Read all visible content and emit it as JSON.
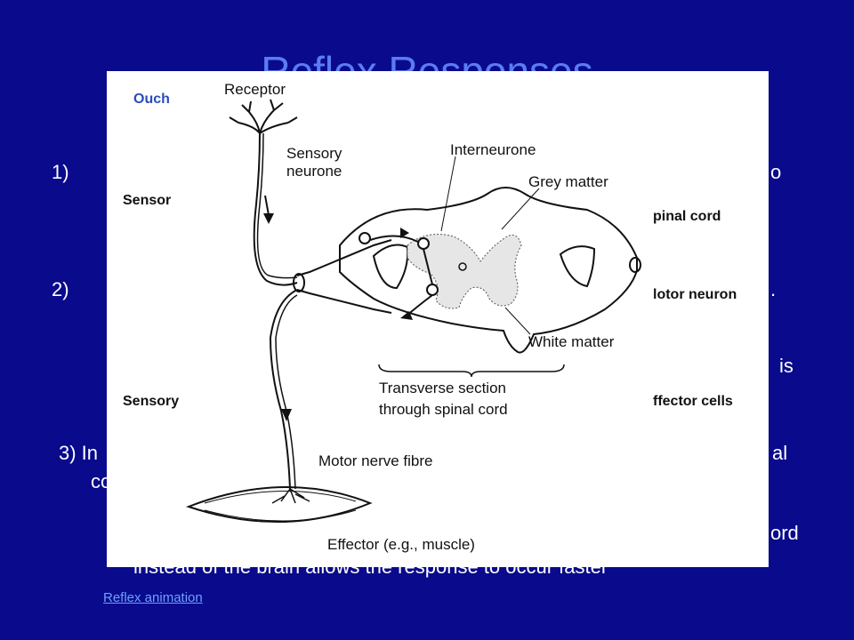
{
  "slide": {
    "title": "Reflex Responses",
    "item1_number": "1)",
    "item1_right_fragment": "o",
    "item2_number": "2)",
    "item2_right_fragment": ".",
    "item2_is_fragment": "is",
    "item3_start": "3) In",
    "item3_right_fragment": "al",
    "item3_line2_fragment": "co",
    "line_ord_fragment": "ord",
    "line_bottom": "instead of the brain  allows the response to occur faster",
    "link_text": "Reflex animation"
  },
  "diagram": {
    "ouch": "Ouch",
    "sensory_left_1": "Sensor",
    "sensory_left_2": "Sensory",
    "receptor": "Receptor",
    "sensory_neurone_1": "Sensory",
    "sensory_neurone_2": "neurone",
    "interneurone": "Interneurone",
    "grey_matter": "Grey matter",
    "spinal_cord_fragment": "pinal cord",
    "motor_neuron_fragment": "lotor neuron",
    "white_matter": "White matter",
    "transverse_1": "Transverse section",
    "transverse_2": "through spinal cord",
    "effector_cells_fragment": "ffector cells",
    "motor_nerve_fibre": "Motor nerve fibre",
    "effector": "Effector (e.g., muscle)"
  },
  "colors": {
    "background": "#0a0a8c",
    "title": "#5b7cf2",
    "body_text": "#ffffff",
    "link": "#6ea0ff",
    "diagram_bg": "#ffffff",
    "ouch_text": "#2a4dbb"
  }
}
